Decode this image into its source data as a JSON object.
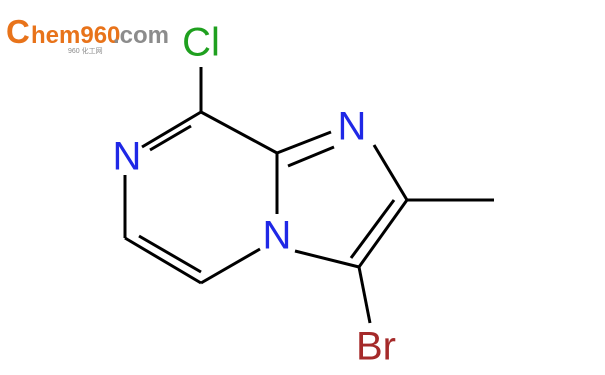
{
  "logo": {
    "text": "hem960",
    "tld": ".com",
    "subtitle": "960 化工网",
    "color_orange": "#E8731A",
    "color_gray": "#8C8C8C"
  },
  "molecule": {
    "atoms": {
      "cl": "Cl",
      "n_pyrazine": "N",
      "n_imidazole": "N",
      "n_bridge": "N",
      "br": "Br"
    },
    "colors": {
      "nitrogen": "#1F28E6",
      "chlorine": "#1FA01F",
      "bromine": "#A52A2A",
      "bond": "#000000"
    }
  }
}
